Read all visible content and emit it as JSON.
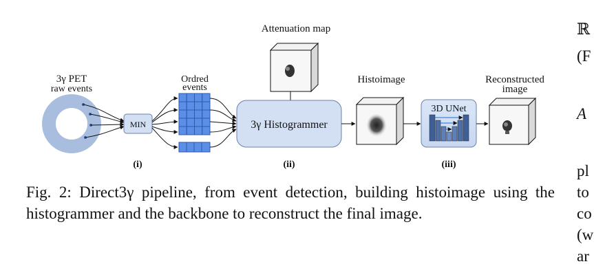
{
  "figure": {
    "attenuation_label": "Attenuation map",
    "pet_label_line1": "3γ PET",
    "pet_label_line2": "raw events",
    "ordered_label_line1": "Ordred",
    "ordered_label_line2": "events",
    "histoimage_label": "Histoimage",
    "reconstructed_label_line1": "Reconstructed",
    "reconstructed_label_line2": "image",
    "min_box": "MIN",
    "histogrammer_box": "3γ Histogrammer",
    "unet_box": "3D UNet",
    "stage_i": "(i)",
    "stage_ii": "(ii)",
    "stage_iii": "(iii)"
  },
  "caption": {
    "text": "Fig. 2: Direct3γ pipeline, from event detection, building histoimage using the histogrammer and the backbone to reconstruct the final image."
  },
  "side_column": {
    "fragments": [
      "ℝ",
      "(F",
      "A",
      "pl",
      "to",
      "co",
      "(w",
      "ar"
    ]
  },
  "colors": {
    "ring": "#a9bedf",
    "box_fill": "#d3dff2",
    "box_stroke": "#6b82ab",
    "grid": "#5b8ee6"
  }
}
